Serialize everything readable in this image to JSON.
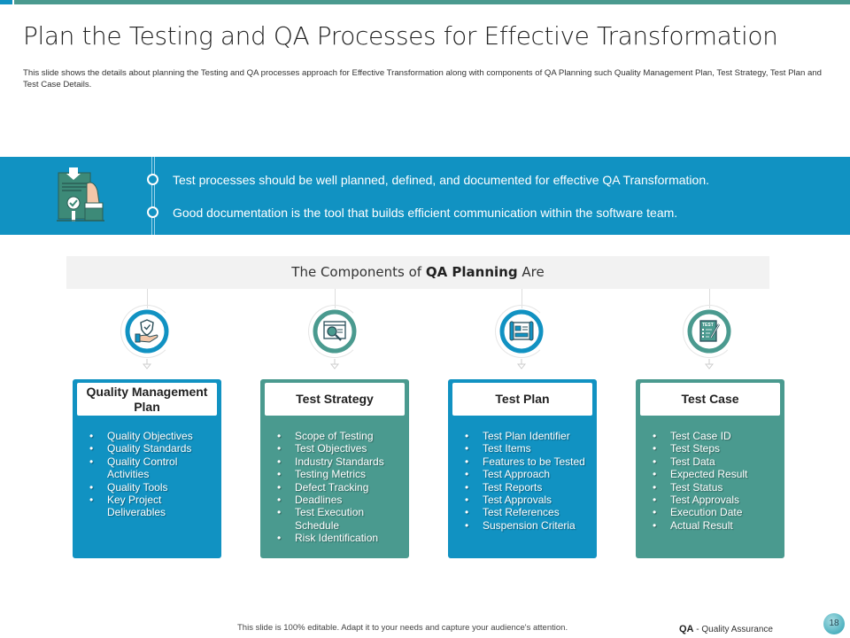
{
  "slide": {
    "title": "Plan the Testing and QA Processes for Effective Transformation",
    "subtitle": "This slide shows the details about planning the Testing and QA processes approach for Effective Transformation along with components of QA Planning such Quality Management Plan, Test Strategy, Test Plan and Test Case Details."
  },
  "banner": {
    "icon": "document-approval-hand-icon",
    "points": [
      "Test processes should be well planned, defined, and documented for effective QA Transformation.",
      "Good documentation is the tool that builds efficient communication within the software team."
    ]
  },
  "components": {
    "header_prefix": "The Components of ",
    "header_bold": "QA Planning",
    "header_suffix": " Are",
    "cards": [
      {
        "title": "Quality Management Plan",
        "icon": "hand-shield-check-icon",
        "color": "#1192c2",
        "items": [
          "Quality Objectives",
          "Quality Standards",
          "Quality Control Activities",
          "Quality Tools",
          "Key Project Deliverables"
        ]
      },
      {
        "title": "Test Strategy",
        "icon": "browser-magnifier-icon",
        "color": "#4a9a8f",
        "items": [
          "Scope of Testing",
          "Test Objectives",
          "Industry Standards",
          "Testing Metrics",
          "Defect Tracking",
          "Deadlines",
          "Test Execution Schedule",
          "Risk Identification"
        ]
      },
      {
        "title": "Test Plan",
        "icon": "blueprint-plan-icon",
        "color": "#1192c2",
        "items": [
          "Test Plan Identifier",
          "Test Items",
          "Features to be Tested",
          "Test Approach",
          "Test Reports",
          "Test Approvals",
          "Test References",
          "Suspension Criteria"
        ]
      },
      {
        "title": "Test Case",
        "icon": "test-checklist-pen-icon",
        "color": "#4a9a8f",
        "items": [
          "Test Case ID",
          "Test Steps",
          "Test Data",
          "Expected Result",
          "Test Status",
          "Test Approvals",
          "Execution Date",
          "Actual Result"
        ]
      }
    ]
  },
  "footer": {
    "note": "This slide is 100% editable. Adapt it to your needs and capture your audience's attention.",
    "brand_bold": "QA",
    "brand_rest": " - Quality Assurance",
    "page_number": "18"
  },
  "colors": {
    "blue": "#1192c2",
    "teal": "#4a9a8f",
    "header_bg": "#f2f2f2"
  }
}
